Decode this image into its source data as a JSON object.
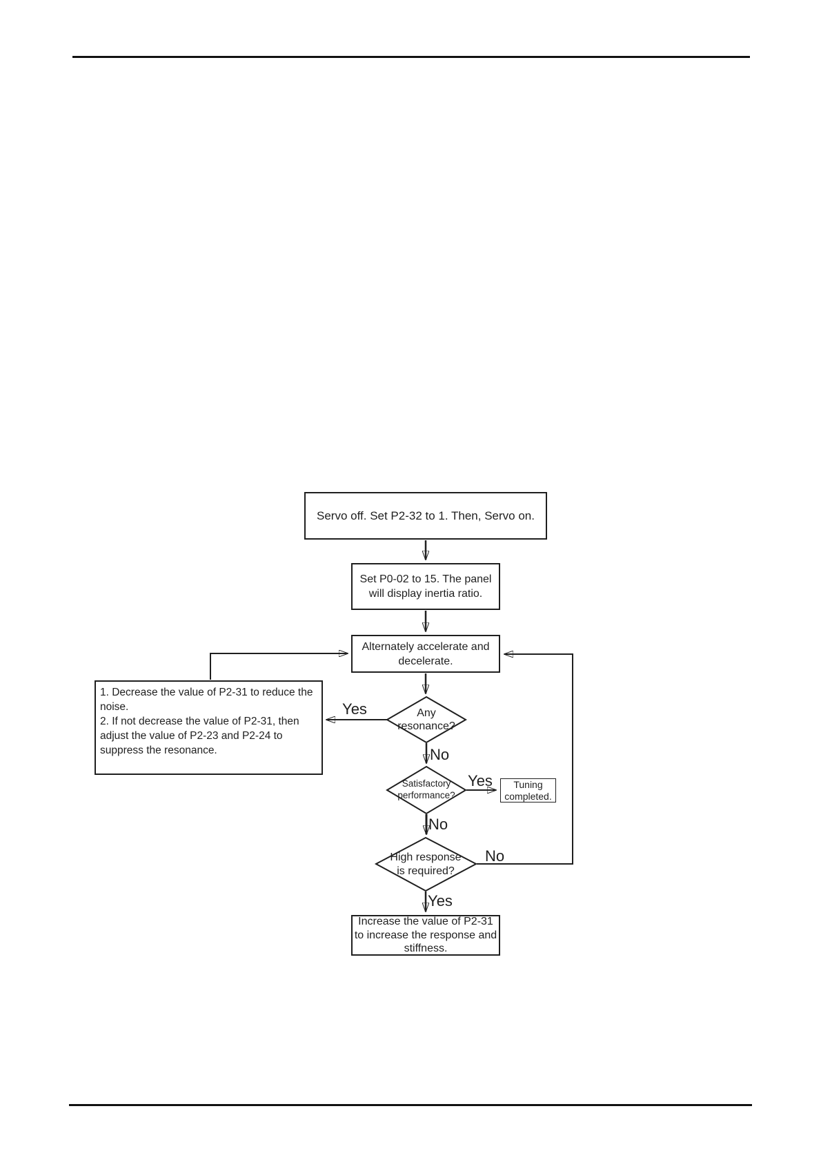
{
  "page": {
    "type": "manual-page-flowchart",
    "ink_color": "#1f1f1f",
    "background_color": "#ffffff"
  },
  "flowchart": {
    "nodes": {
      "servo_off": {
        "text": "Servo off. Set P2-32 to 1. Then, Servo on."
      },
      "set_panel": {
        "text": "Set P0-02 to 15. The panel\nwill display inertia ratio."
      },
      "accelerate": {
        "text": "Alternately accelerate and\ndecelerate."
      },
      "decrease": {
        "text": "1. Decrease the value of P2-31 to reduce the\nnoise.\n2. If not decrease the value of P2-31, then\nadjust the value of P2-23 and P2-24 to\nsuppress the resonance."
      },
      "any_resonance": {
        "text": "Any\nresonance?"
      },
      "satisfactory": {
        "text": "Satisfactory\nperformance?"
      },
      "tuning_completed": {
        "text": "Tuning\ncompleted."
      },
      "high_response": {
        "text": "High response\nis required?"
      },
      "increase": {
        "text": "Increase the value of P2-31\nto increase the response and\nstiffness."
      }
    },
    "branch_labels": {
      "resonance_yes": "Yes",
      "resonance_no": "No",
      "satisfactory_yes": "Yes",
      "satisfactory_no": "No",
      "high_response_no": "No",
      "high_response_yes": "Yes"
    }
  }
}
